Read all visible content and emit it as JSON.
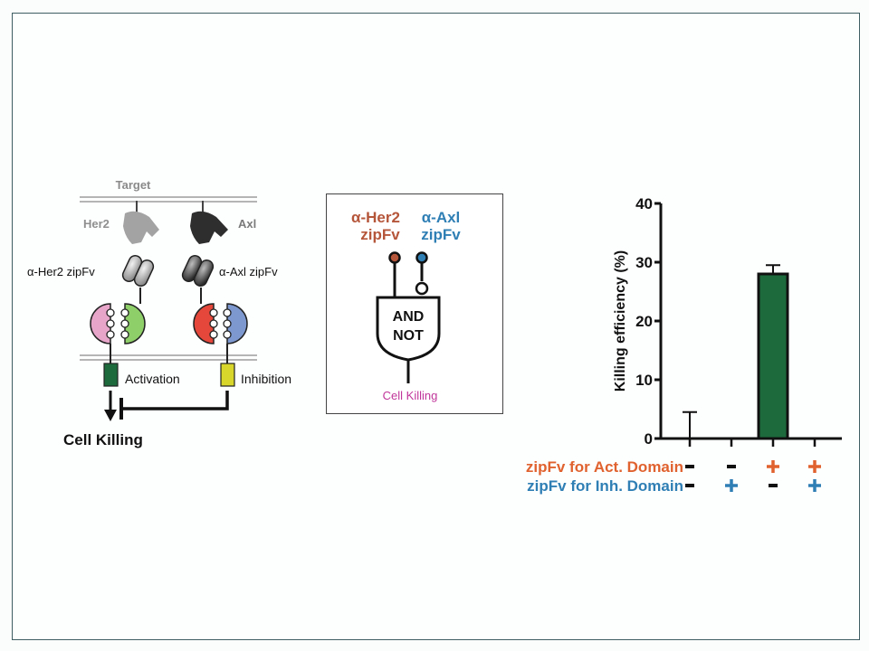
{
  "mechanism": {
    "target_label": "Target",
    "antigen_left": "Her2",
    "antigen_right": "Axl",
    "zipfv_left": "α-Her2 zipFv",
    "zipfv_right": "α-Axl zipFv",
    "domain_left": "Activation",
    "domain_right": "Inhibition",
    "output_label": "Cell Killing",
    "colors": {
      "her2": "#a0a0a0",
      "axl": "#2e2e2e",
      "pink": "#e7a6c9",
      "green_zip": "#8fcf6a",
      "red_zip": "#e5483a",
      "blue_zip": "#7c98cf",
      "activation": "#1d6b3c",
      "inhibition": "#d8d62a"
    }
  },
  "logic_gate": {
    "input_left_line1": "α-Her2",
    "input_left_line2": "zipFv",
    "input_right_line1": "α-Axl",
    "input_right_line2": "zipFv",
    "gate_line1": "AND",
    "gate_line2": "NOT",
    "output_label": "Cell Killing",
    "colors": {
      "left": "#b5553a",
      "right": "#2f7fb5",
      "output": "#c0359a"
    }
  },
  "chart_data": {
    "type": "bar",
    "title": "",
    "xlabel": "",
    "ylabel": "Killing efficiency (%)",
    "ylim": [
      0,
      40
    ],
    "yticks": [
      0,
      10,
      20,
      30,
      40
    ],
    "categories": [
      "-/-",
      "-/+",
      "+/-",
      "+/+"
    ],
    "values": [
      0,
      0,
      28,
      0
    ],
    "error_upper": [
      4.5,
      0,
      1.5,
      0
    ],
    "bar_color": "#1d6b3c",
    "grid": false,
    "condition_rows": [
      {
        "label": "zipFv for Act. Domain",
        "color": "#e0622f",
        "signs": [
          "-",
          "-",
          "+",
          "+"
        ]
      },
      {
        "label": "zipFv for Inh. Domain",
        "color": "#2f7fb5",
        "signs": [
          "-",
          "+",
          "-",
          "+"
        ]
      }
    ]
  }
}
